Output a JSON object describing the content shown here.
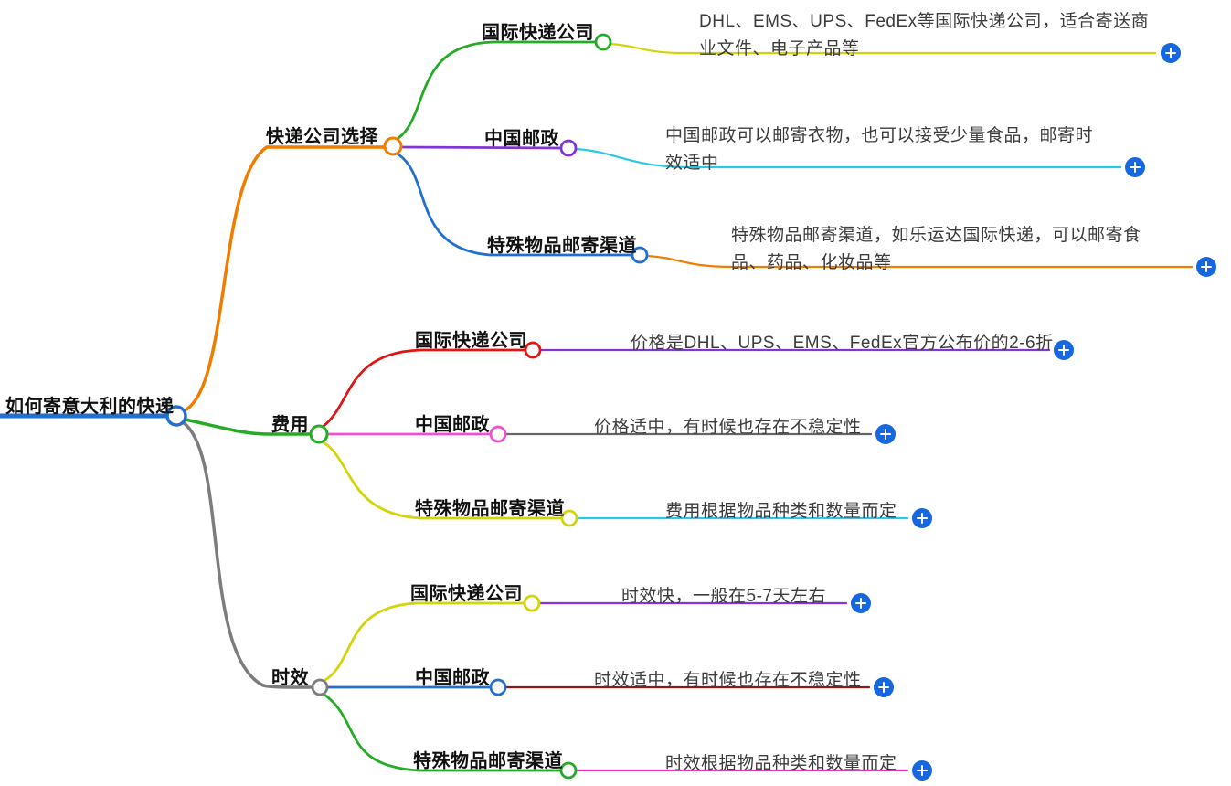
{
  "root": {
    "label": "如何寄意大利的快递"
  },
  "branches": [
    {
      "label": "快递公司选择",
      "children": [
        {
          "label": "国际快递公司",
          "detail": "DHL、EMS、UPS、FedEx等国际快递公司，适合寄送商业文件、电子产品等"
        },
        {
          "label": "中国邮政",
          "detail": "中国邮政可以邮寄衣物，也可以接受少量食品，邮寄时效适中"
        },
        {
          "label": "特殊物品邮寄渠道",
          "detail": "特殊物品邮寄渠道，如乐运达国际快递，可以邮寄食品、药品、化妆品等"
        }
      ]
    },
    {
      "label": "费用",
      "children": [
        {
          "label": "国际快递公司",
          "detail": "价格是DHL、UPS、EMS、FedEx官方公布价的2-6折"
        },
        {
          "label": "中国邮政",
          "detail": "价格适中，有时候也存在不稳定性"
        },
        {
          "label": "特殊物品邮寄渠道",
          "detail": "费用根据物品种类和数量而定"
        }
      ]
    },
    {
      "label": "时效",
      "children": [
        {
          "label": "国际快递公司",
          "detail": "时效快，一般在5-7天左右"
        },
        {
          "label": "中国邮政",
          "detail": "时效适中，有时候也存在不稳定性"
        },
        {
          "label": "特殊物品邮寄渠道",
          "detail": "时效根据物品种类和数量而定"
        }
      ]
    }
  ],
  "colors": {
    "blue": "#2170d0",
    "orange": "#f07d00",
    "green": "#25ab25",
    "gray": "#7d7d7d",
    "gray_leaf": "#666666",
    "yellow": "#d4d40a",
    "purple": "#8135d4",
    "cyan": "#2cc8e8",
    "red": "#e01515",
    "pink": "#ef50d0",
    "darkred": "#971414",
    "magenta": "#f22ec4",
    "plus_button": "#1768e0"
  }
}
